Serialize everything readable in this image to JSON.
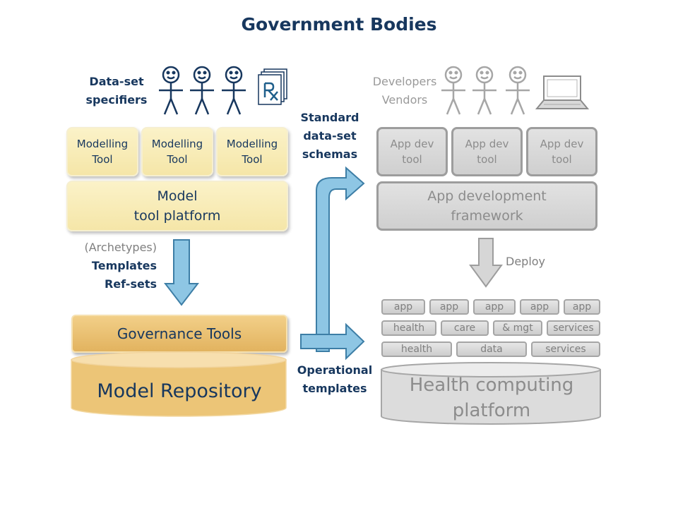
{
  "title": "Government Bodies",
  "left": {
    "specifiers_label": [
      "Data-set",
      "specifiers"
    ],
    "modelling_tools": [
      {
        "line1": "Modelling",
        "line2": "Tool"
      },
      {
        "line1": "Modelling",
        "line2": "Tool"
      },
      {
        "line1": "Modelling",
        "line2": "Tool"
      }
    ],
    "platform": {
      "line1": "Model",
      "line2": "tool platform"
    },
    "archetypes_label": "(Archetypes)",
    "templates_label": "Templates",
    "refsets_label": "Ref-sets",
    "governance": "Governance Tools",
    "repository": "Model Repository"
  },
  "middle": {
    "schemas_label": [
      "Standard",
      "data-set",
      "schemas"
    ],
    "operational_label": [
      "Operational",
      "templates"
    ]
  },
  "right": {
    "developers_label": [
      "Developers",
      "Vendors"
    ],
    "app_dev_tools": [
      {
        "line1": "App dev",
        "line2": "tool"
      },
      {
        "line1": "App dev",
        "line2": "tool"
      },
      {
        "line1": "App dev",
        "line2": "tool"
      }
    ],
    "framework": {
      "line1": "App development",
      "line2": "framework"
    },
    "deploy_label": "Deploy",
    "row_apps": [
      "app",
      "app",
      "app",
      "app",
      "app"
    ],
    "row_health": [
      "health",
      "care",
      "& mgt",
      "services"
    ],
    "row_services": [
      "health",
      "data",
      "services"
    ],
    "platform": {
      "line1": "Health computing",
      "line2": "platform"
    }
  },
  "colors": {
    "title": "#17375e",
    "yellow_box": "#f5e6a8",
    "gold": "#e2b35f",
    "arrow_blue": "#8ec6e4",
    "grey_box": "#d4d4d4"
  },
  "icons": [
    "stick-figure-icon",
    "prescription-documents-icon",
    "laptop-icon"
  ]
}
